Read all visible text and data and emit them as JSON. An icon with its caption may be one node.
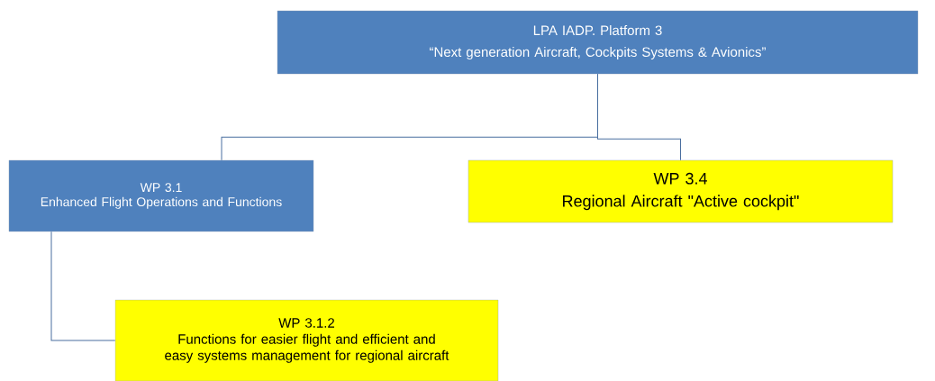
{
  "diagram": {
    "nodes": [
      {
        "text": [
          "LPA IADP. Platform 3",
          "“Next generation Aircraft, Cockpits Systems & Avionics”"
        ]
      },
      {
        "text": [
          "WP 3.1",
          "Enhanced Flight Operations and Functions"
        ]
      },
      {
        "text": [
          "WP 3.4",
          "Regional Aircraft  \"Active cockpit\""
        ]
      },
      {
        "text": [
          "WP 3.1.2",
          "Functions for easier flight and efficient and easy systems management for regional aircraft"
        ]
      }
    ],
    "edges": [
      {
        "from": 0,
        "to": 1,
        "arrow": "none"
      },
      {
        "from": 0,
        "to": 2,
        "arrow": "none"
      },
      {
        "from": 1,
        "to": 3,
        "arrow": "none"
      }
    ]
  }
}
